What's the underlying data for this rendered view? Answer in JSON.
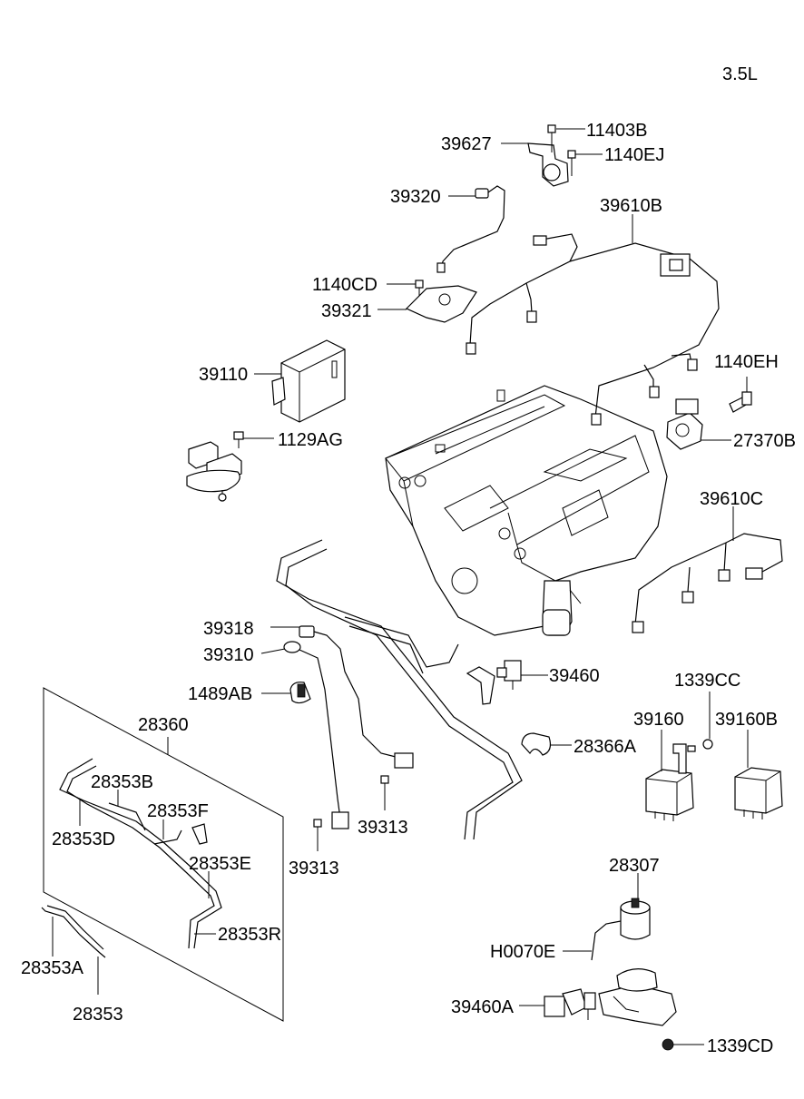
{
  "engine_label": "3.5L",
  "callouts": {
    "c11403B": "11403B",
    "c39627": "39627",
    "c1140EJ": "1140EJ",
    "c39320": "39320",
    "c39610B": "39610B",
    "c1140CD": "1140CD",
    "c39321": "39321",
    "c39110": "39110",
    "c1140EH": "1140EH",
    "c1129AG": "1129AG",
    "c27370B": "27370B",
    "c39610C": "39610C",
    "c39318": "39318",
    "c39310": "39310",
    "c39460": "39460",
    "c1489AB": "1489AB",
    "c1339CC": "1339CC",
    "c28360": "28360",
    "c39160": "39160",
    "c39160B": "39160B",
    "c28366A": "28366A",
    "c28353B": "28353B",
    "c28353F": "28353F",
    "c28353D": "28353D",
    "c39313a": "39313",
    "c39313b": "39313",
    "c28353E": "28353E",
    "c28307": "28307",
    "c28353R": "28353R",
    "c28353A": "28353A",
    "cH0070E": "H0070E",
    "c28353": "28353",
    "c39460A": "39460A",
    "c1339CD": "1339CD"
  }
}
